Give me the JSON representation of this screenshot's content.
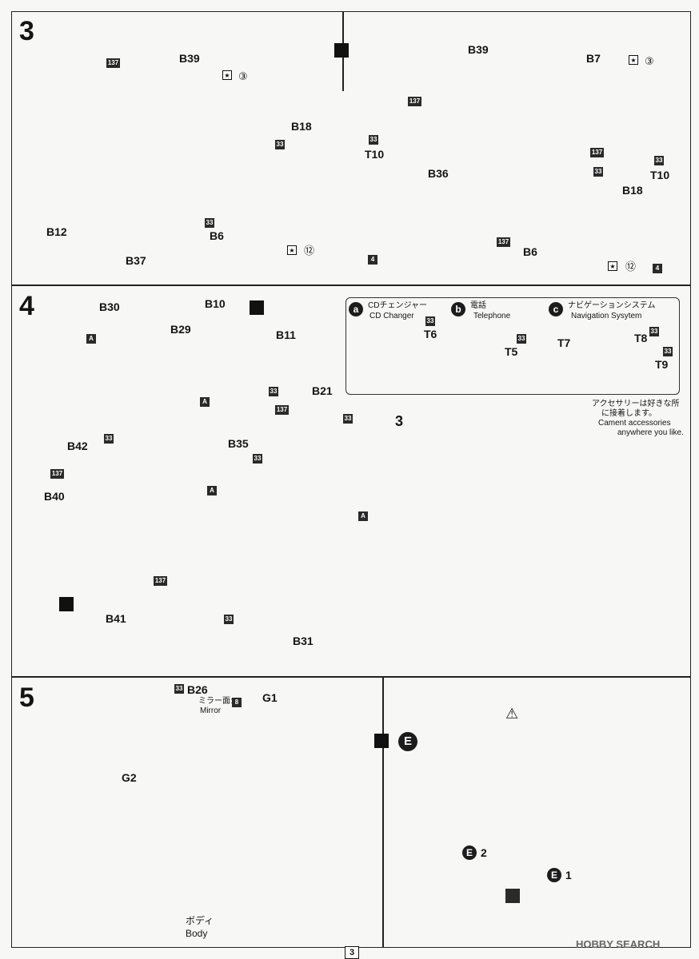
{
  "steps": {
    "s3": "3",
    "s4": "4",
    "s5": "5"
  },
  "step3_left": {
    "B39": "B39",
    "B18": "B18",
    "T10": "T10",
    "B12": "B12",
    "B6": "B6",
    "B37": "B37",
    "paint_137": "137",
    "paint_33_a": "33",
    "paint_33_b": "33",
    "paint_33_c": "33",
    "paint_4": "4",
    "decal_3": "③",
    "decal_12": "⑫"
  },
  "step3_right": {
    "B39": "B39",
    "B7": "B7",
    "B18": "B18",
    "T10": "T10",
    "B36": "B36",
    "B6": "B6",
    "paint_137_a": "137",
    "paint_137_b": "137",
    "paint_137_c": "137",
    "paint_33_a": "33",
    "paint_33_b": "33",
    "paint_4": "4",
    "decal_3": "③",
    "decal_12": "⑫"
  },
  "step4": {
    "B30": "B30",
    "B29": "B29",
    "B10": "B10",
    "B11": "B11",
    "B21": "B21",
    "B35": "B35",
    "B42": "B42",
    "B40": "B40",
    "B41": "B41",
    "B31": "B31",
    "tag_A": "A",
    "paint_137": "137",
    "paint_33": "33",
    "step_ref": "3"
  },
  "accessories": {
    "a_letter": "a",
    "a_jp": "CDチェンジャー",
    "a_en": "CD Changer",
    "a_part": "T6",
    "a_paint": "33",
    "b_letter": "b",
    "b_jp": "電話",
    "b_en": "Telephone",
    "b_part": "T5",
    "b_paint": "33",
    "c_letter": "c",
    "c_jp": "ナビゲーションシステム",
    "c_en": "Navigation Sysytem",
    "c_part_7": "T7",
    "c_part_8": "T8",
    "c_part_9": "T9",
    "c_paint": "33",
    "note_jp_1": "アクセサリーは好きな所",
    "note_jp_2": "に接着します。",
    "note_en_1": "Cament accessories",
    "note_en_2": "anywhere you like."
  },
  "step5": {
    "B26": "B26",
    "paint_33": "33",
    "mirror_jp": "ミラー面:",
    "mirror_paint": "8",
    "mirror_en": "Mirror",
    "G1": "G1",
    "G2": "G2",
    "body_jp": "ボディ",
    "body_en": "Body"
  },
  "stepE": {
    "letter": "E",
    "e2_letter": "E",
    "e2_num": "2",
    "e1_letter": "E",
    "e1_num": "1"
  },
  "footer": {
    "page_number": "3",
    "watermark": "HOBBY SEARCH"
  }
}
